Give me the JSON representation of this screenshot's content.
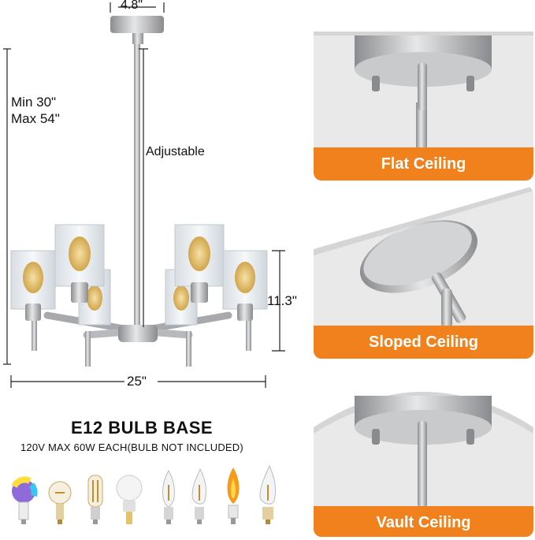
{
  "dimensions": {
    "canopy_width": "4.8\"",
    "length_min": "Min 30\"",
    "length_max": "Max 54\"",
    "adjustable": "Adjustable",
    "height": "11.3\"",
    "width": "25\""
  },
  "bulb": {
    "title": "E12 BULB BASE",
    "subtitle": "120V MAX 60W EACH(BULB NOT INCLUDED)"
  },
  "ceilings": [
    {
      "label": "Flat Ceiling"
    },
    {
      "label": "Sloped Ceiling"
    },
    {
      "label": "Vault Ceiling"
    }
  ],
  "colors": {
    "accent": "#f0811c",
    "metal": "#b9babc",
    "panel_bg": "#e9e9e9"
  }
}
